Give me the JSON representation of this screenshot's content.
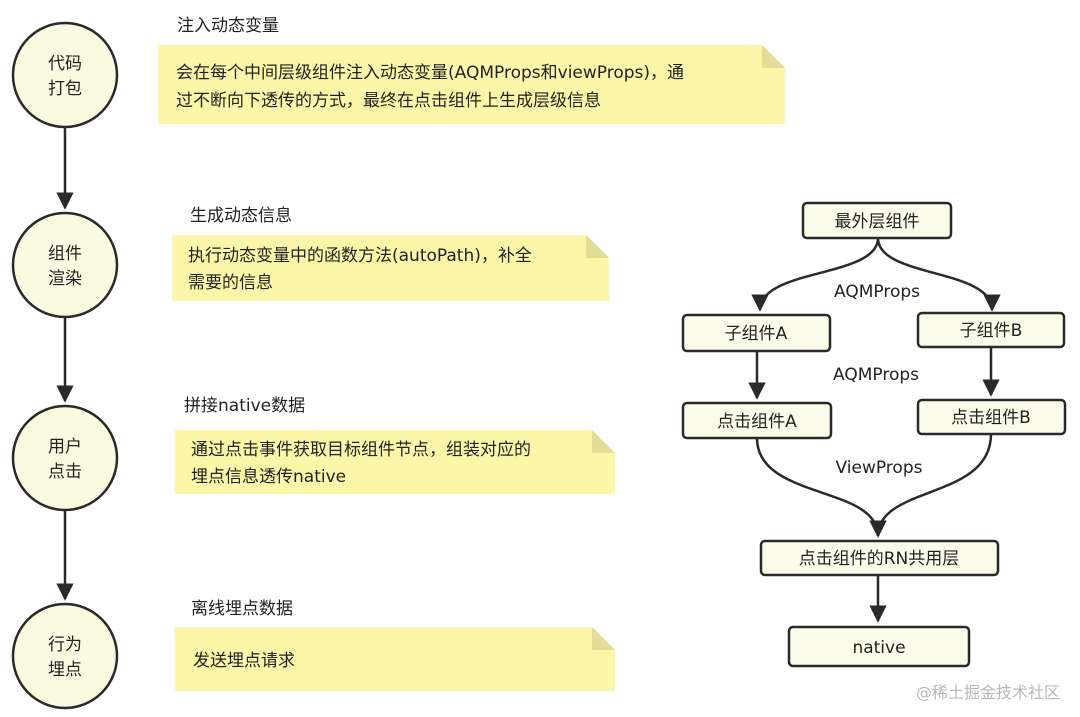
{
  "steps": [
    {
      "circle_lines": [
        "代码",
        "打包"
      ],
      "title": "注入动态变量",
      "note_lines": [
        "会在每个中间层级组件注入动态变量(AQMProps和viewProps)，通",
        "过不断向下透传的方式，最终在点击组件上生成层级信息"
      ]
    },
    {
      "circle_lines": [
        "组件",
        "渲染"
      ],
      "title": "生成动态信息",
      "note_lines": [
        "执行动态变量中的函数方法(autoPath)，补全",
        "需要的信息"
      ]
    },
    {
      "circle_lines": [
        "用户",
        "点击"
      ],
      "title": "拼接native数据",
      "note_lines": [
        "通过点击事件获取目标组件节点，组装对应的",
        "埋点信息透传native"
      ]
    },
    {
      "circle_lines": [
        "行为",
        "埋点"
      ],
      "title": "离线埋点数据",
      "note_lines": [
        "发送埋点请求"
      ]
    }
  ],
  "tree": {
    "root": "最外层组件",
    "child_a": "子组件A",
    "child_b": "子组件B",
    "click_a": "点击组件A",
    "click_b": "点击组件B",
    "shared": "点击组件的RN共用层",
    "native": "native",
    "label_top": "AQMProps",
    "label_mid": "AQMProps",
    "label_bottom": "ViewProps"
  },
  "watermark": "@稀土掘金技术社区",
  "colors": {
    "circle_fill": "#fafae0",
    "note_fill": "#fcf7a8",
    "note_fold": "#e2dc96",
    "box_fill": "#fcfcea"
  }
}
